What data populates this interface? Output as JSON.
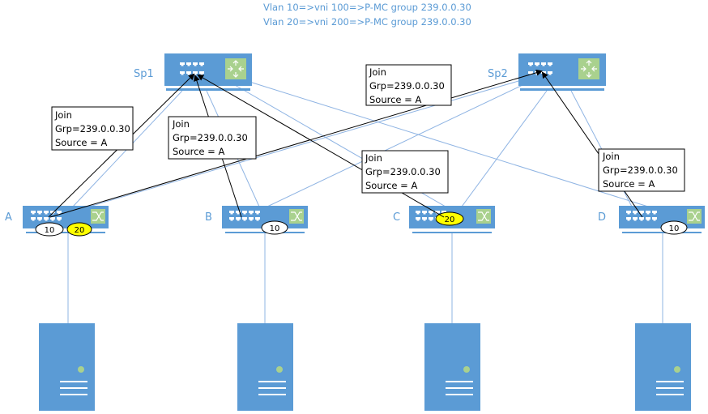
{
  "captions": [
    "Vlan 10=>vni 100=>P-MC group 239.0.0.30",
    "Vlan 20=>vni 200=>P-MC group 239.0.0.30"
  ],
  "spines": [
    {
      "id": "sp1",
      "label": "Sp1"
    },
    {
      "id": "sp2",
      "label": "Sp2"
    }
  ],
  "leaves": [
    {
      "id": "a",
      "label": "A",
      "vlans": [
        "10",
        "20"
      ]
    },
    {
      "id": "b",
      "label": "B",
      "vlans": [
        "10"
      ]
    },
    {
      "id": "c",
      "label": "C",
      "vlans": [
        "20"
      ]
    },
    {
      "id": "d",
      "label": "D",
      "vlans": [
        "10"
      ]
    }
  ],
  "join_messages": [
    {
      "line1": "Join",
      "line2": "Grp=239.0.0.30",
      "line3": "Source = A",
      "from": "A",
      "to": "Sp1"
    },
    {
      "line1": "Join",
      "line2": "Grp=239.0.0.30",
      "line3": "Source = A",
      "from": "B",
      "to": "Sp1"
    },
    {
      "line1": "Join",
      "line2": "Grp=239.0.0.30",
      "line3": "Source = A",
      "from": "A",
      "to": "Sp2"
    },
    {
      "line1": "Join",
      "line2": "Grp=239.0.0.30",
      "line3": "Source = A",
      "from": "C",
      "to": "Sp1"
    },
    {
      "line1": "Join",
      "line2": "Grp=239.0.0.30",
      "line3": "Source = A",
      "from": "D",
      "to": "Sp2"
    }
  ],
  "colors": {
    "device": "#5b9bd5",
    "link": "#8fb4e3",
    "router_icon": "#a9d18e",
    "vlan_20_badge": "#ffff00",
    "vlan_10_badge": "#ffffff",
    "server_led": "#a9d18e"
  },
  "servers": [
    "server-a",
    "server-b",
    "server-c",
    "server-d"
  ]
}
